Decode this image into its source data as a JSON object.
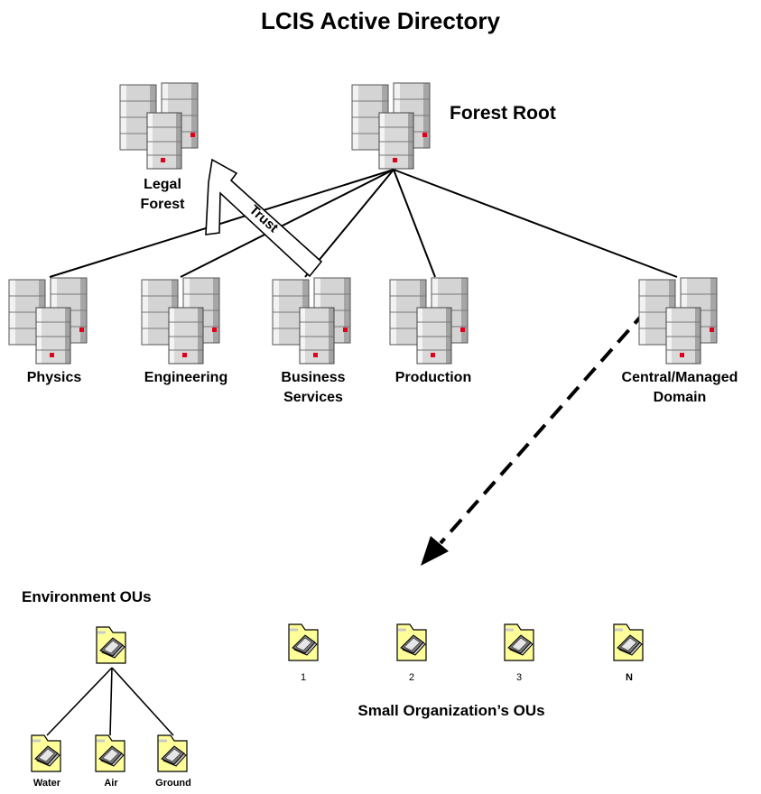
{
  "title": "LCIS Active Directory",
  "forest_root": {
    "label": "Forest Root"
  },
  "legal_forest": {
    "label_line1": "Legal",
    "label_line2": "Forest"
  },
  "trust": {
    "label": "Trust"
  },
  "domains": [
    {
      "id": "physics",
      "line1": "Physics",
      "line2": ""
    },
    {
      "id": "engineering",
      "line1": "Engineering",
      "line2": ""
    },
    {
      "id": "business-services",
      "line1": "Business",
      "line2": "Services"
    },
    {
      "id": "production",
      "line1": "Production",
      "line2": ""
    },
    {
      "id": "central-managed-domain",
      "line1": "Central/Managed",
      "line2": "Domain"
    }
  ],
  "environment_ous": {
    "title": "Environment OUs",
    "children": [
      "Water",
      "Air",
      "Ground"
    ]
  },
  "small_org_ous": {
    "title": "Small Organization’s OUs",
    "items": [
      "1",
      "2",
      "3",
      "N"
    ]
  },
  "colors": {
    "server_light": "#e3e3e3",
    "server_mid": "#c4c4c4",
    "server_dark": "#8f8f8f",
    "led": "#e0001a",
    "folder_yellow": "#ffff99",
    "folder_outline": "#000000",
    "line": "#000000"
  },
  "icons": {
    "server": "server-cluster-icon",
    "ou": "organizational-unit-folder-icon"
  }
}
